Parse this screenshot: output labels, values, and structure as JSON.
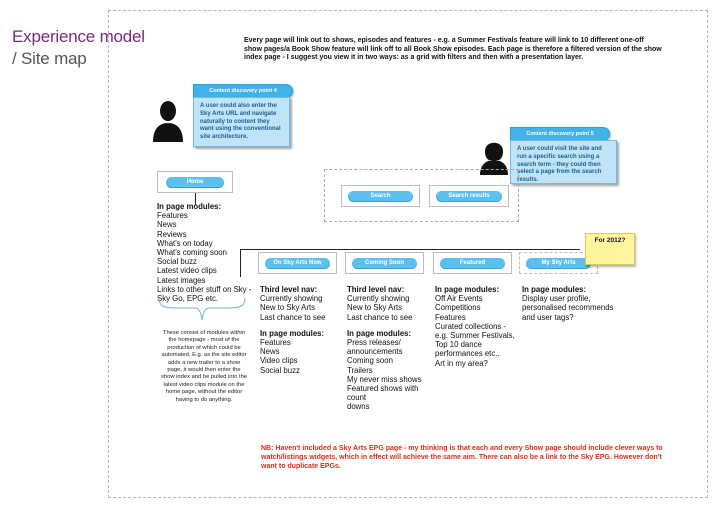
{
  "heading": {
    "line1": "Experience model",
    "line2": "/ Site map"
  },
  "intro": "Every page will link out to shows, episodes and features - e.g. a Summer Festivals feature will link to 10 different one-off show pages/a Book Show feature will link off to all Book Show episodes. Each page is therefore a filtered version of the show index page - I suggest you view it in two ways: as a grid with filters and then with a presentation layer.",
  "callout_left": {
    "title": "Content discovery point 4",
    "body": "A user could also enter the Sky Arts URL and navigate naturally to content they want using the conventional site architecture."
  },
  "callout_right": {
    "title": "Content discovery point 5",
    "body": "A user could visit the site and run a specific search using a search term - they could then select a page from the search results."
  },
  "nodes": {
    "home": "Home",
    "search": "Search",
    "search_results": "Search results",
    "on_sky_arts_now": "On Sky Arts Now",
    "coming_soon": "Coming Soon",
    "featured": "Featured",
    "my_sky_arts": "My Sky Arts"
  },
  "sticky_note": "For 2012?",
  "home_modules": {
    "heading": "In page modules:",
    "items": [
      "Features",
      "News",
      "Reviews",
      "What's on today",
      "What's coming soon",
      "Social buzz",
      "Latest video clips",
      "Latest images",
      "Links to other stuff on Sky -",
      "Sky Go, EPG etc."
    ]
  },
  "home_note": "These consist of modules within the homepage - most of the production of which could be automated. E.g. as the site editor adds a new trailer to a show page, it would then enter the show index and be pulled into the latest video clips module on the home page, without the editor having to do anything.",
  "columns": {
    "on_now": {
      "nav_heading": "Third level nav:",
      "nav_items": [
        "Currently showing",
        "New to Sky Arts",
        "Last chance to see"
      ],
      "modules_heading": "In page modules:",
      "module_items": [
        "Features",
        "News",
        "Video clips",
        "Social buzz"
      ]
    },
    "coming_soon": {
      "nav_heading": "Third level nav:",
      "nav_items": [
        "Currently showing",
        "New to Sky Arts",
        "Last chance to see"
      ],
      "modules_heading": "In page modules:",
      "module_items": [
        "Press releases/",
        "announcements",
        "Coming soon",
        "Trailers",
        "My never miss shows",
        "Featured shows with count",
        "downs"
      ]
    },
    "featured": {
      "modules_heading": "In page modules:",
      "module_items": [
        "Off Air Events",
        "Competitions",
        "Features",
        "Curated collections -",
        "e.g. Summer Festivals,",
        "Top 10 dance",
        "performances etc..",
        "Art in my area?"
      ]
    },
    "my_sky_arts": {
      "modules_heading": "In page modules:",
      "module_items": [
        "Display user profile,",
        "personalised recommends",
        "and user tags?"
      ]
    }
  },
  "nb_note": "NB: Haven't included a Sky Arts EPG page - my thinking is that each and every Show page should include clever ways to watch/listings widgets, which in effect will achieve the same aim. There can also be a link to the Sky EPG. However don't want to duplicate EPGs.",
  "colors": {
    "accent": "#5bc0ee",
    "title": "#7a2a82",
    "nb": "#e02a1a",
    "callout": "#bfe4f7"
  }
}
